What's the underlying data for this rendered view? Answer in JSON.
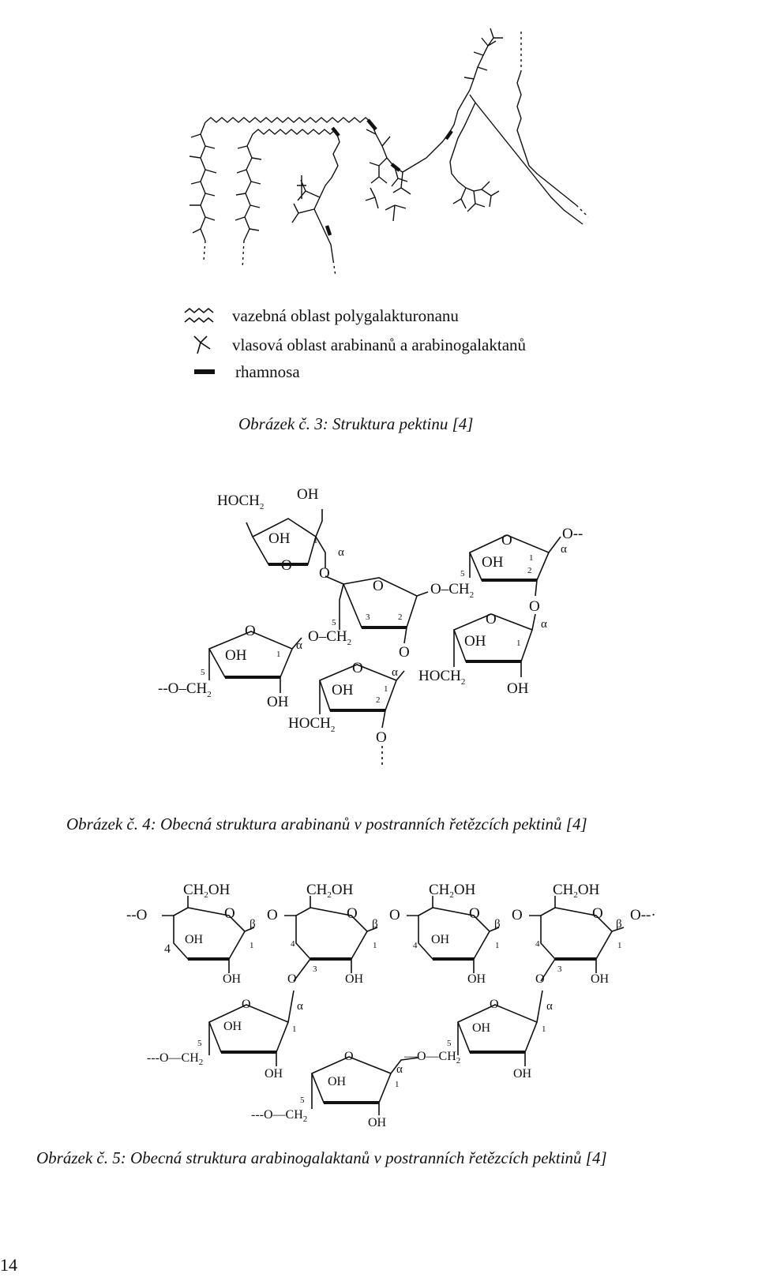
{
  "figure3": {
    "legend": [
      {
        "text": "vazebná oblast polygalakturonanu",
        "icon": "zigzag-icon"
      },
      {
        "text": "vlasová oblast arabinanů a arabinogalaktanů",
        "icon": "branch-icon"
      },
      {
        "text": "rhamnosa",
        "icon": "bar-icon"
      }
    ],
    "caption": "Obrázek č. 3: Struktura pektinu  [4]"
  },
  "figure4": {
    "labels": {
      "hoch2": "HOCH",
      "sub2": "2",
      "oh": "OH",
      "o": "O",
      "och2": "O–CH",
      "dash_o_ch2": "--O–CH",
      "o_dash": "O--",
      "alpha": "α",
      "n1": "1",
      "n2": "2",
      "n3": "3",
      "n5": "5"
    },
    "caption": "Obrázek č. 4: Obecná struktura arabinanů v postranních řetězcích pektinů [4]"
  },
  "figure5": {
    "labels": {
      "ch2oh": "CH",
      "ch2oh_tail": "OH",
      "sub2": "2",
      "oh": "OH",
      "o": "O",
      "beta": "β",
      "alpha": "α",
      "lead": "--O",
      "trail": "O--·",
      "dash_o_ch2": "---O—CH",
      "o_ch2": "O—CH",
      "mid_o_ch2": "—O—CH",
      "n1": "1",
      "n3": "3",
      "n4": "4",
      "n5": "5"
    },
    "caption": "Obrázek č. 5: Obecná struktura arabinogalaktanů v postranních řetězcích pektinů [4]"
  },
  "page_number": "14"
}
